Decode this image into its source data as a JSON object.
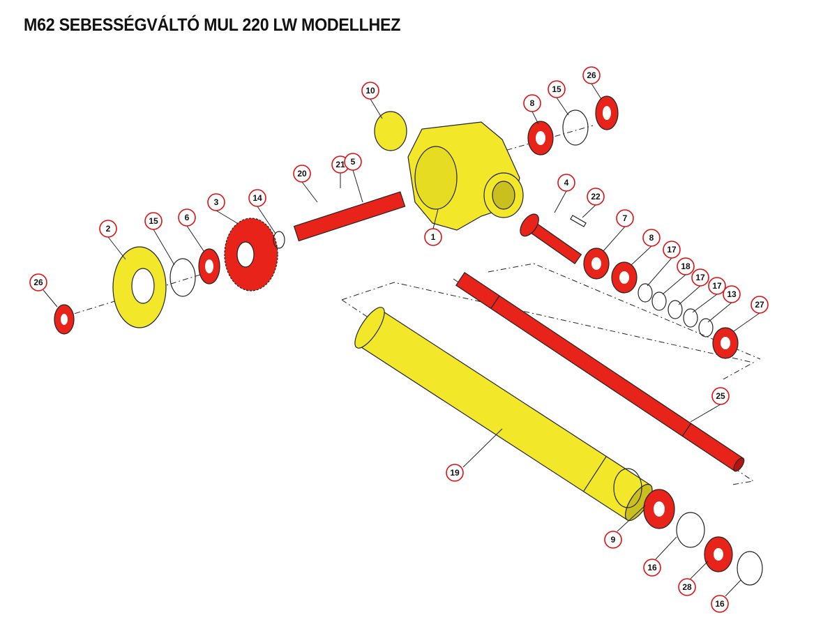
{
  "title": "M62 SEBESSÉGVÁLTÓ MUL 220 LW MODELLHEZ",
  "colors": {
    "housing": "#f2e829",
    "shaft": "#e8231a",
    "callout_ring": "#e01010"
  },
  "callouts": {
    "c10": "10",
    "c26a": "26",
    "c15a": "15",
    "c8a": "8",
    "c21": "21",
    "c20": "20",
    "c5": "5",
    "c4": "4",
    "c22": "22",
    "c1": "1",
    "c2": "2",
    "c15b": "15",
    "c6": "6",
    "c3": "3",
    "c14": "14",
    "c7": "7",
    "c8b": "8",
    "c17a": "17",
    "c18": "18",
    "c17b": "17",
    "c17c": "17",
    "c13": "13",
    "c27": "27",
    "c26b": "26",
    "c25": "25",
    "c19": "19",
    "c9": "9",
    "c16a": "16",
    "c28": "28",
    "c16b": "16"
  }
}
